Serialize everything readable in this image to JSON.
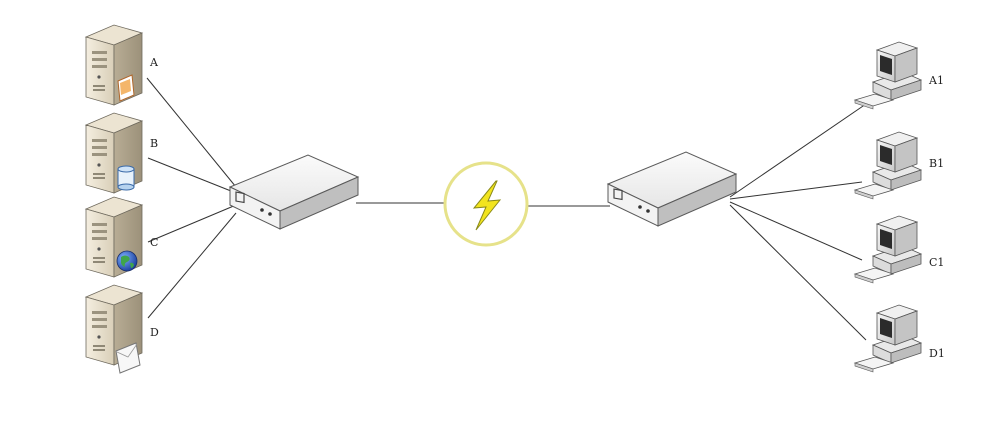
{
  "servers": [
    {
      "id": "A",
      "label": "A",
      "badge": "document-icon"
    },
    {
      "id": "B",
      "label": "B",
      "badge": "database-icon"
    },
    {
      "id": "C",
      "label": "C",
      "badge": "globe-icon"
    },
    {
      "id": "D",
      "label": "D",
      "badge": "mail-icon"
    }
  ],
  "clients": [
    {
      "id": "A1",
      "label": "A1"
    },
    {
      "id": "B1",
      "label": "B1"
    },
    {
      "id": "C1",
      "label": "C1"
    },
    {
      "id": "D1",
      "label": "D1"
    }
  ],
  "link_icon": "lightning-icon",
  "colors": {
    "line": "#333333",
    "device_top": "#f2f2f2",
    "device_side": "#d6d6d6",
    "link_ring": "#e6e28a",
    "bolt": "#f2e41e",
    "bolt_stroke": "#8a8a1a"
  }
}
